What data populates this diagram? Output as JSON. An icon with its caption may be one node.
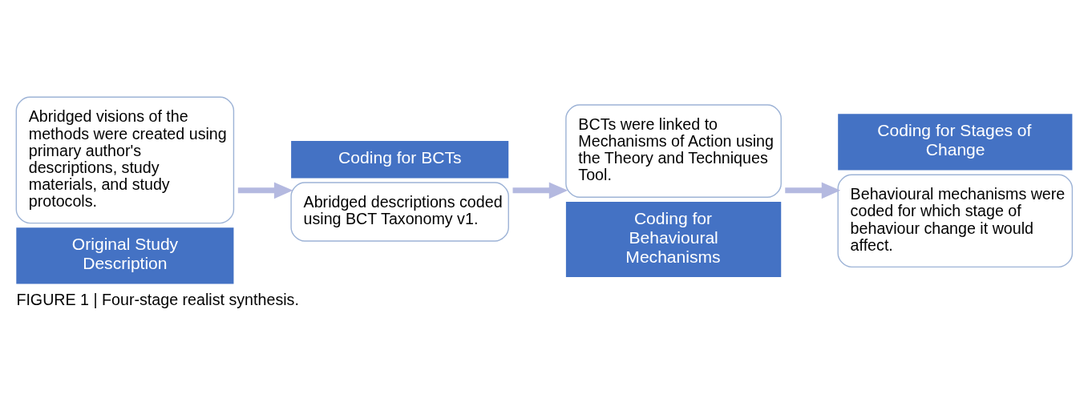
{
  "diagram": {
    "caption": "FIGURE 1 | Four-stage realist synthesis.",
    "nodes": [
      {
        "text": [
          "Abridged visions of the methods were created using primary author's descriptions, study materials, and study protocols.",
          "Original Study Description"
        ]
      },
      {
        "text": [
          "Coding for BCTs",
          "Abridged descriptions coded using BCT Taxonomy v1."
        ]
      },
      {
        "text": [
          "BCTs were linked to Mechanisms of Action using the Theory and Techniques Tool.",
          "Coding for Behavioural Mechanisms"
        ]
      },
      {
        "text": [
          "Coding for Stages of Change",
          "Behavioural mechanisms were coded for which stage of behaviour change it would affect."
        ]
      }
    ],
    "edges": [
      {
        "from": 0,
        "to": 1,
        "arrow": "to"
      },
      {
        "from": 1,
        "to": 2,
        "arrow": "to"
      },
      {
        "from": 2,
        "to": 3,
        "arrow": "to"
      }
    ]
  }
}
